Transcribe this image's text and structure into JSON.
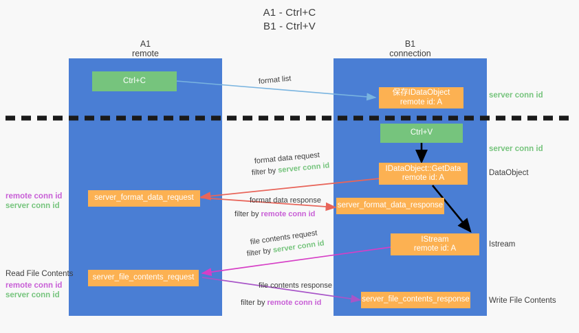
{
  "title": {
    "line1": "A1 - Ctrl+C",
    "line2": "B1 - Ctrl+V"
  },
  "colors": {
    "lane": "#4a7ed4",
    "green_box": "#76c47d",
    "orange_box": "#fcb152",
    "green_text": "#76c47d",
    "purple_text": "#c85fd6",
    "arrow_blue": "#79b4e0",
    "arrow_red": "#e8655a",
    "arrow_black": "#000000",
    "arrow_magenta": "#d63fc6",
    "arrow_purple": "#a855c8",
    "background": "#f8f8f8"
  },
  "lanes": [
    {
      "name": "A1",
      "sub": "remote"
    },
    {
      "name": "B1",
      "sub": "connection"
    }
  ],
  "nodes": {
    "ctrl_c": "Ctrl+C",
    "ctrl_v": "Ctrl+V",
    "save_dataobject_l1": "保存IDataObject",
    "save_dataobject_l2": "remote id: A",
    "getdata_l1": "IDataObject::GetData",
    "getdata_l2": "remote id: A",
    "istream_l1": "IStream",
    "istream_l2": "remote id: A",
    "server_format_data_request": "server_format_data_request",
    "server_format_data_response": "server_format_data_response",
    "server_file_contents_request": "server_file_contents_request",
    "server_file_contents_response": "server_file_contents_response"
  },
  "right_labels": {
    "server_conn_id_1": "server conn id",
    "server_conn_id_2": "server conn id",
    "dataobject": "DataObject",
    "istream": "Istream",
    "write_file_contents": "Write File Contents"
  },
  "left_labels": {
    "remote_conn_id_1": "remote conn id",
    "server_conn_id_1": "server conn id",
    "read_file_contents": "Read File Contents",
    "remote_conn_id_2": "remote conn id",
    "server_conn_id_2": "server conn id"
  },
  "edges": {
    "format_list": "format list",
    "format_data_request": "format data request",
    "format_data_request_filter_pre": "filter by ",
    "format_data_request_filter_key": "server conn id",
    "format_data_response": "format data response",
    "format_data_response_filter_pre": "filter by ",
    "format_data_response_filter_key": "remote conn id",
    "file_contents_request": "file contents request",
    "file_contents_request_filter_pre": "filter by ",
    "file_contents_request_filter_key": "server conn id",
    "file_contents_response": "file contents response",
    "file_contents_response_filter_pre": "filter by ",
    "file_contents_response_filter_key": "remote conn id"
  }
}
